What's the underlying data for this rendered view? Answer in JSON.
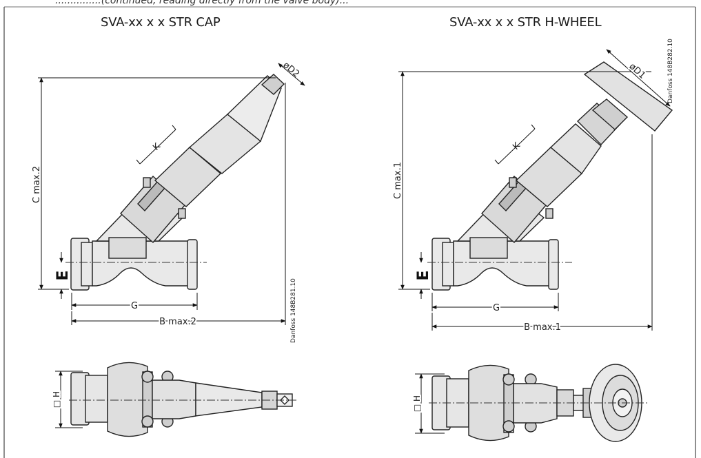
{
  "caption_fragment": "...............(continued, reading directly from the valve body)...",
  "panels": {
    "left": {
      "title": "SVA-xx x x STR CAP",
      "labels": {
        "c": "C max.2",
        "b": "B max.2",
        "g": "G",
        "k": "K",
        "e": "E",
        "d": "øD2",
        "h": "□ H",
        "ref": "Danfoss 148B281.10"
      }
    },
    "right": {
      "title": "SVA-xx x x STR H-WHEEL",
      "labels": {
        "c": "C max.1",
        "b": "B max.1",
        "g": "G",
        "k": "K",
        "e": "E",
        "d": "øD1",
        "h": "□ H",
        "ref": "Danfoss 148B282.10"
      }
    }
  }
}
